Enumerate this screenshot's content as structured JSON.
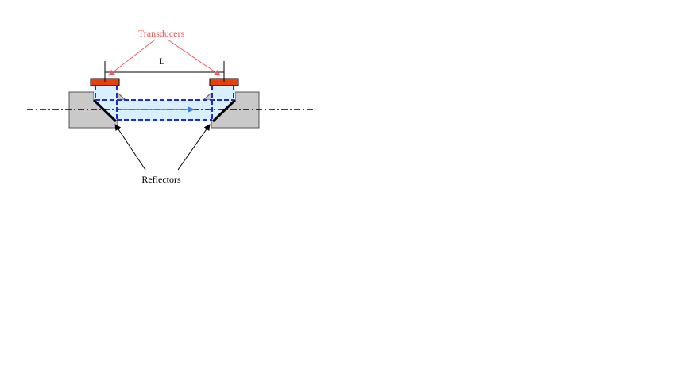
{
  "labels": {
    "transducers": "Transducers",
    "length": "L",
    "reflectors": "Reflectors"
  },
  "colors": {
    "transducer_fill": "#e8400c",
    "transducer_label": "#ef5a5a",
    "body_fill": "#c9c9c9",
    "fluid_fill": "#d7efff",
    "path_line": "#1f2ad1",
    "flow_arrow": "#3b7fe0",
    "text": "#000000"
  }
}
